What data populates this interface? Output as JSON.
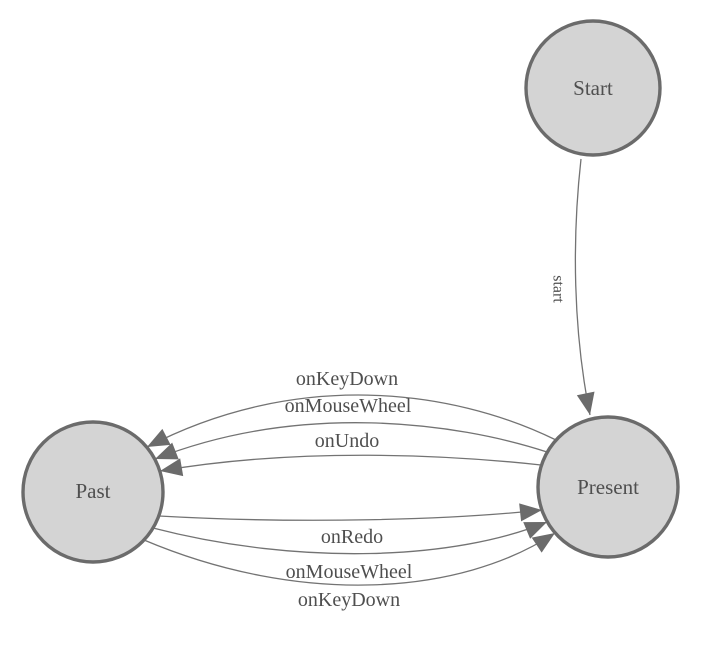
{
  "diagram": {
    "type": "state-machine-graph",
    "background_color": "#ffffff",
    "node_fill_color": "#d4d4d4",
    "node_border_color": "#6b6b6b",
    "edge_color": "#737373",
    "arrowhead_color": "#6b6b6b",
    "text_color": "#4f4f4f",
    "nodes": [
      {
        "id": "start",
        "label": "Start"
      },
      {
        "id": "present",
        "label": "Present"
      },
      {
        "id": "past",
        "label": "Past"
      }
    ],
    "edges": [
      {
        "from": "start",
        "to": "present",
        "label": "start"
      },
      {
        "from": "present",
        "to": "past",
        "label": "onKeyDown"
      },
      {
        "from": "present",
        "to": "past",
        "label": "onMouseWheel"
      },
      {
        "from": "present",
        "to": "past",
        "label": "onUndo"
      },
      {
        "from": "past",
        "to": "present",
        "label": "onRedo"
      },
      {
        "from": "past",
        "to": "present",
        "label": "onMouseWheel"
      },
      {
        "from": "past",
        "to": "present",
        "label": "onKeyDown"
      }
    ]
  }
}
